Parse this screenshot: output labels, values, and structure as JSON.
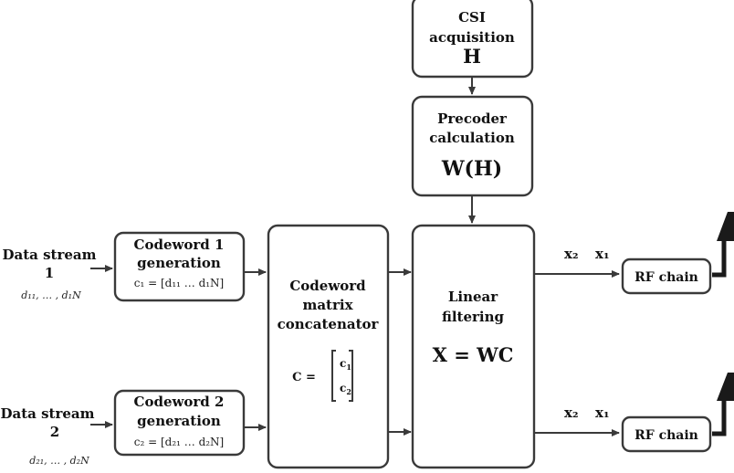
{
  "csi": {
    "line1": "CSI",
    "line2": "acquisition",
    "symbol": "H"
  },
  "precoder": {
    "line1": "Precoder",
    "line2": "calculation",
    "formula": "W(H)"
  },
  "linear": {
    "line1": "Linear",
    "line2": "filtering",
    "formula": "X = WC"
  },
  "concat": {
    "line1": "Codeword",
    "line2": "matrix",
    "line3": "concatenator",
    "lhs": "C =",
    "entry1": "c",
    "entry1_sub": "1",
    "entry2": "c",
    "entry2_sub": "2"
  },
  "cw1": {
    "line1": "Codeword 1",
    "line2": "generation",
    "formula": "c₁ = [d₁₁ … d₁N]"
  },
  "cw2": {
    "line1": "Codeword 2",
    "line2": "generation",
    "formula": "c₂ = [d₂₁ … d₂N]"
  },
  "stream1": {
    "line1": "Data stream",
    "line2": "1",
    "symbols": "d₁₁, … , d₁N"
  },
  "stream2": {
    "line1": "Data stream",
    "line2": "2",
    "symbols": "d₂₁, … , d₂N"
  },
  "outputs": {
    "x2": "x₂",
    "x1": "x₁"
  },
  "rf": {
    "label": "RF chain"
  }
}
